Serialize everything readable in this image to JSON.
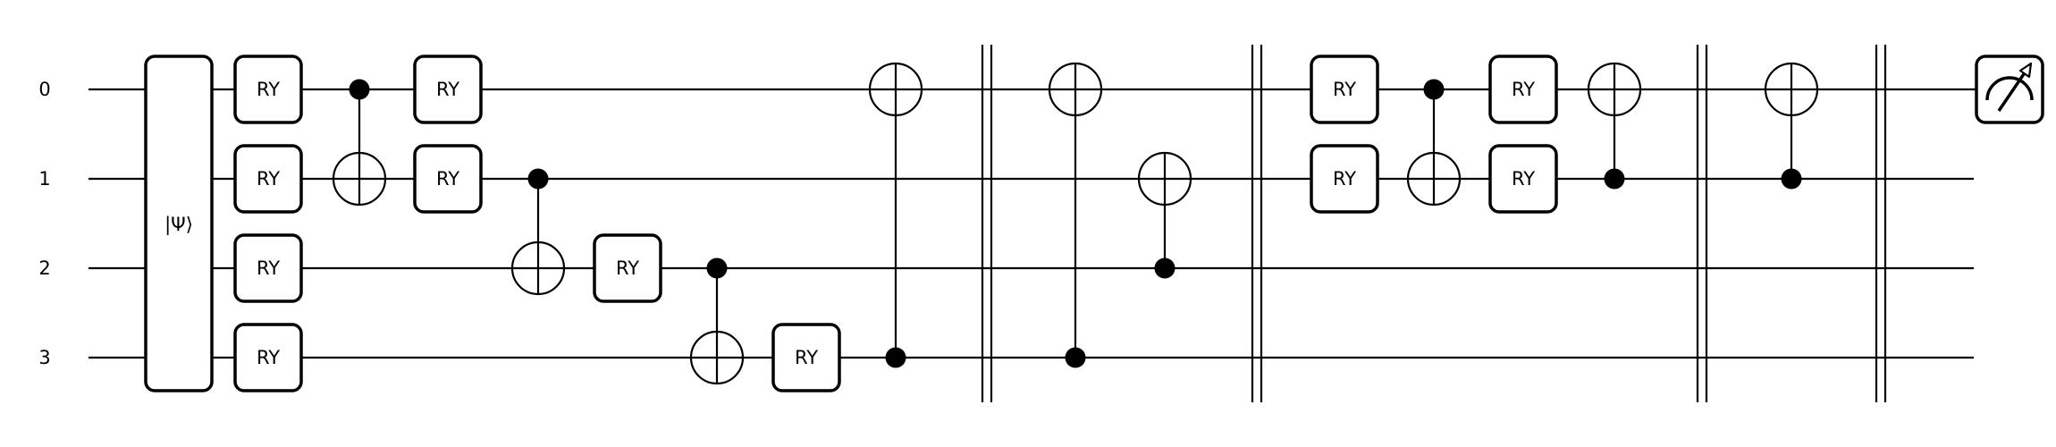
{
  "wires": [
    "0",
    "1",
    "2",
    "3"
  ],
  "state_prep": {
    "label": "|Ψ⟩",
    "wires": [
      0,
      1,
      2,
      3
    ]
  },
  "operations": [
    {
      "type": "gate",
      "label": "RY",
      "wire": 0,
      "col": 0
    },
    {
      "type": "gate",
      "label": "RY",
      "wire": 1,
      "col": 0
    },
    {
      "type": "gate",
      "label": "RY",
      "wire": 2,
      "col": 0
    },
    {
      "type": "gate",
      "label": "RY",
      "wire": 3,
      "col": 0
    },
    {
      "type": "cnot",
      "control": 0,
      "target": 1,
      "col": 1
    },
    {
      "type": "gate",
      "label": "RY",
      "wire": 0,
      "col": 2
    },
    {
      "type": "gate",
      "label": "RY",
      "wire": 1,
      "col": 2
    },
    {
      "type": "cnot",
      "control": 1,
      "target": 2,
      "col": 3
    },
    {
      "type": "gate",
      "label": "RY",
      "wire": 2,
      "col": 4
    },
    {
      "type": "cnot",
      "control": 2,
      "target": 3,
      "col": 5
    },
    {
      "type": "gate",
      "label": "RY",
      "wire": 3,
      "col": 6
    },
    {
      "type": "cnot",
      "control": 3,
      "target": 0,
      "col": 7
    },
    {
      "type": "barrier",
      "col": 8
    },
    {
      "type": "cnot",
      "control": 3,
      "target": 0,
      "col": 9
    },
    {
      "type": "cnot",
      "control": 2,
      "target": 1,
      "col": 10
    },
    {
      "type": "barrier",
      "col": 11
    },
    {
      "type": "gate",
      "label": "RY",
      "wire": 0,
      "col": 12
    },
    {
      "type": "gate",
      "label": "RY",
      "wire": 1,
      "col": 12
    },
    {
      "type": "cnot",
      "control": 0,
      "target": 1,
      "col": 13
    },
    {
      "type": "gate",
      "label": "RY",
      "wire": 0,
      "col": 14
    },
    {
      "type": "gate",
      "label": "RY",
      "wire": 1,
      "col": 14
    },
    {
      "type": "cnot",
      "control": 1,
      "target": 0,
      "col": 15
    },
    {
      "type": "barrier",
      "col": 16
    },
    {
      "type": "cnot",
      "control": 1,
      "target": 0,
      "col": 17
    },
    {
      "type": "barrier",
      "col": 18
    },
    {
      "type": "measure",
      "wire": 0,
      "col": 19
    }
  ],
  "icons": {
    "measure": "measurement-meter-icon"
  },
  "colors": {
    "line": "#000000",
    "gate_fill": "#ffffff",
    "background": "#ffffff"
  }
}
